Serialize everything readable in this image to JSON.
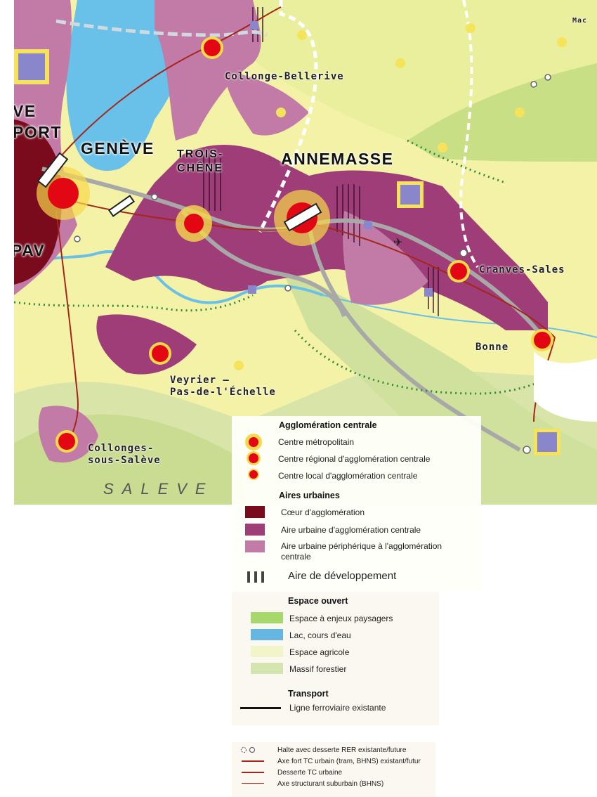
{
  "map": {
    "places": {
      "collonge_bellerive": "Collonge-Bellerive",
      "geneve": "GENÈVE",
      "trois_chene": "TROIS-\nCHÊNE",
      "annemasse": "ANNEMASSE",
      "cranves_sales": "Cranves-Sales",
      "bonne": "Bonne",
      "veyrier": "Veyrier –\nPas-de-l'Échelle",
      "collonges": "Collonges-\nsous-Salève",
      "saleve": "SALEVE",
      "ve": "VE",
      "port": "PORT",
      "pav": "PAV",
      "mac": "Mac"
    }
  },
  "legend": {
    "agglomeration": {
      "title": "Agglomération centrale",
      "items": [
        {
          "label": "Centre métropolitain",
          "color": "#e30613"
        },
        {
          "label": "Centre régional d'agglomération centrale",
          "color": "#e30613"
        },
        {
          "label": "Centre local d'agglomération centrale",
          "color": "#e30613"
        }
      ]
    },
    "aires": {
      "title": "Aires urbaines",
      "items": [
        {
          "label": "Cœur d'agglomération",
          "color": "#7a0b1c"
        },
        {
          "label": "Aire urbaine d'agglomération centrale",
          "color": "#9e3d77"
        },
        {
          "label": "Aire urbaine périphérique à l'agglomération\ncentrale",
          "color": "#c27aa6"
        }
      ],
      "dev_label": "Aire de développement"
    },
    "espace": {
      "title": "Espace ouvert",
      "items": [
        {
          "label": "Espace à enjeux paysagers",
          "color": "#a6d86b"
        },
        {
          "label": "Lac, cours d'eau",
          "color": "#66b6e2"
        },
        {
          "label": "Espace agricole",
          "color": "#f2f5c8"
        },
        {
          "label": "Massif forestier",
          "color": "#d4e5b0"
        }
      ]
    },
    "transport": {
      "title": "Transport",
      "items": [
        {
          "label": "Ligne ferroviaire existante"
        }
      ]
    },
    "transit": {
      "items": [
        {
          "label": "Halte avec desserte RER existante/future"
        },
        {
          "label": "Axe fort TC urbain (tram, BHNS) existant/futur",
          "color": "#a4261b"
        },
        {
          "label": "Desserte TC urbaine",
          "color": "#a4261b"
        },
        {
          "label": "Axe structurant suburbain (BHNS)",
          "color": "#a4261b"
        }
      ]
    }
  },
  "colors": {
    "agri": "#f3f2a6",
    "forest": "#d9e5a8",
    "lake": "#69c0e8",
    "coeur": "#7a0b1c",
    "urban": "#9e3d77",
    "periph": "#c27aa6",
    "center": "#e30613",
    "rail": "#a8a8a8"
  }
}
